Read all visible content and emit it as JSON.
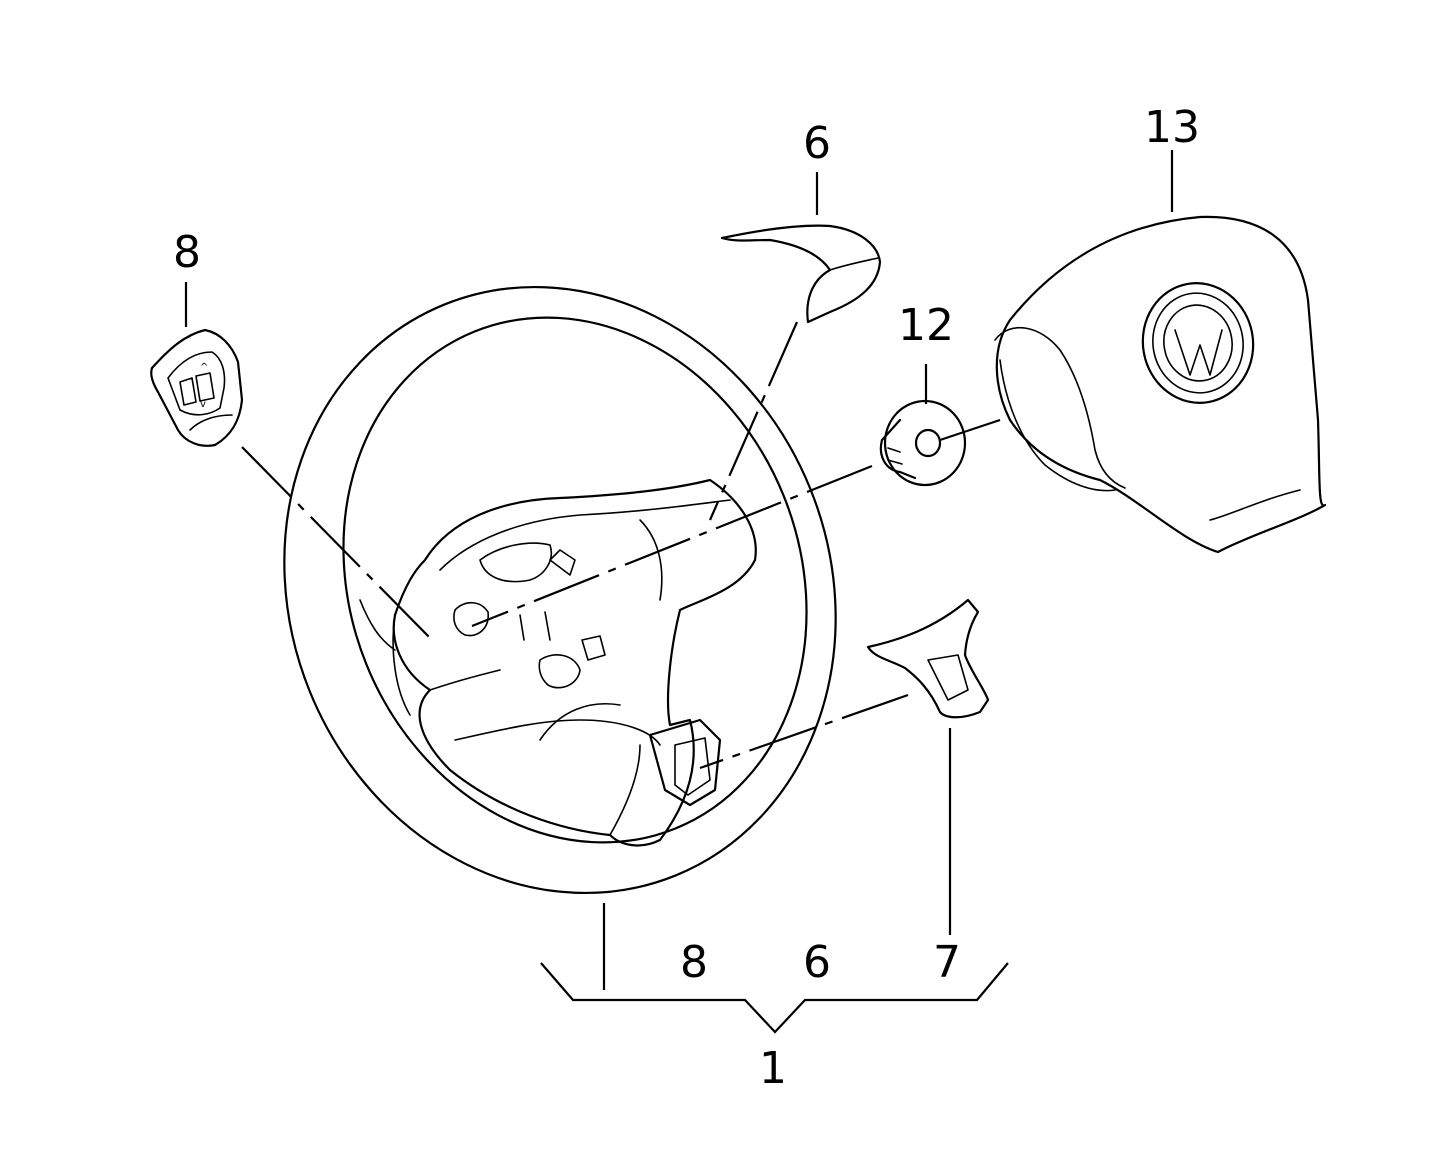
{
  "callouts": {
    "part_1": "1",
    "part_6": "6",
    "part_7": "7",
    "part_8": "8",
    "part_12": "12",
    "part_13": "13",
    "group_8": "8",
    "group_6": "6",
    "group_7": "7"
  },
  "colors": {
    "line": "#000000",
    "background": "#ffffff"
  }
}
